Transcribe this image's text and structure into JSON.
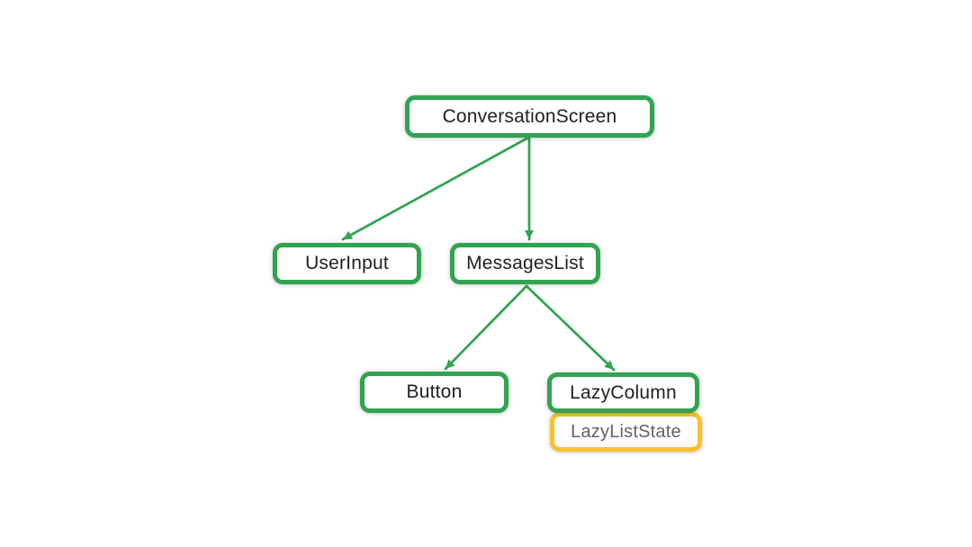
{
  "colors": {
    "background": "#ffffff",
    "composable_border": "#31A451",
    "state_border": "#FBC02D",
    "arrow": "#31A451",
    "composable_label": "#202124",
    "state_label": "#5F6368"
  },
  "diagram": {
    "type": "tree",
    "nodes": [
      {
        "label": "ConversationScreen",
        "kind": "composable"
      },
      {
        "label": "UserInput",
        "kind": "composable"
      },
      {
        "label": "MessagesList",
        "kind": "composable"
      },
      {
        "label": "Button",
        "kind": "composable"
      },
      {
        "label": "LazyColumn",
        "kind": "composable"
      },
      {
        "label": "LazyListState",
        "kind": "state"
      }
    ],
    "edges": [
      {
        "from": "ConversationScreen",
        "to": "UserInput"
      },
      {
        "from": "ConversationScreen",
        "to": "MessagesList"
      },
      {
        "from": "MessagesList",
        "to": "Button"
      },
      {
        "from": "MessagesList",
        "to": "LazyColumn"
      }
    ]
  }
}
